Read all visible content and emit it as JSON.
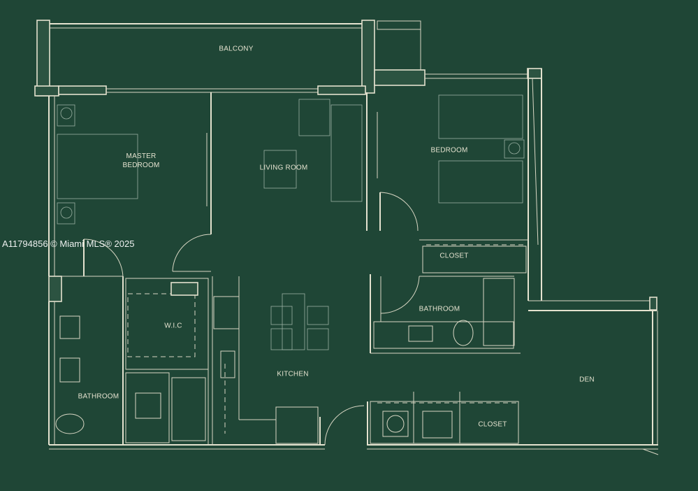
{
  "rooms": {
    "balcony": "BALCONY",
    "master_bedroom": "MASTER\nBEDROOM",
    "living_room": "LIVING ROOM",
    "bedroom": "BEDROOM",
    "closet_upper": "CLOSET",
    "wic": "W.I.C",
    "bathroom_right": "BATHROOM",
    "kitchen": "KITCHEN",
    "den": "DEN",
    "bathroom_left": "BATHROOM",
    "closet_lower": "CLOSET"
  },
  "watermark": "A11794856 © Miami MLS® 2025",
  "colors": {
    "background": "#1f4636",
    "lines": "#e4e2cf"
  }
}
